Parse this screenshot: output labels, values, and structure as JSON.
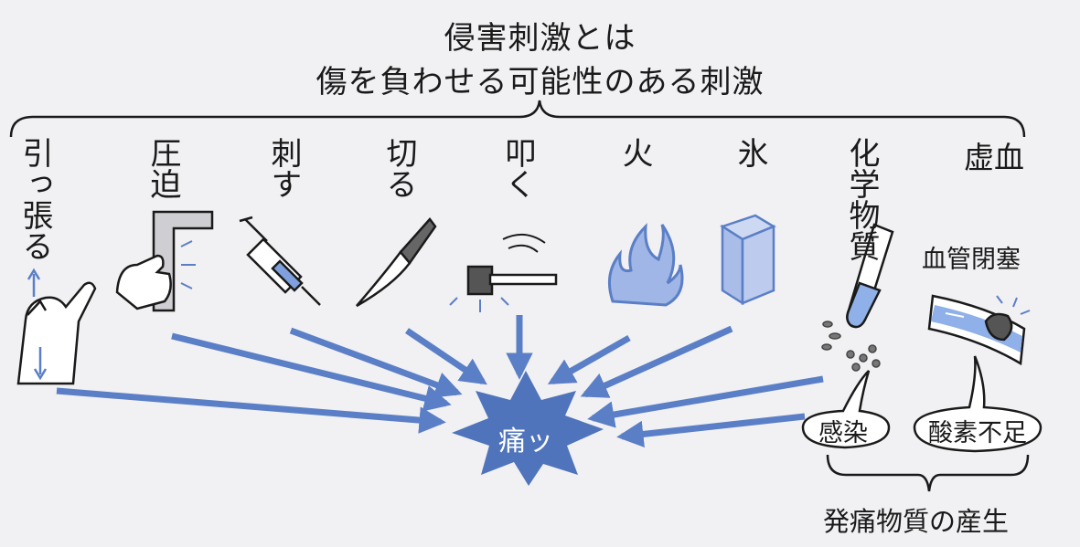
{
  "title": {
    "line1": "侵害刺激とは",
    "line2": "傷を負わせる可能性のある刺激"
  },
  "stimuli": [
    {
      "label": "引っ張る"
    },
    {
      "label": "圧迫"
    },
    {
      "label": "刺す"
    },
    {
      "label": "切る"
    },
    {
      "label": "叩く"
    },
    {
      "label": "火"
    },
    {
      "label": "氷"
    },
    {
      "label": "化学物質"
    },
    {
      "label": "虚血"
    }
  ],
  "sublabels": {
    "blood_vessel_occlusion": "血管閉塞"
  },
  "bubbles": {
    "infection": "感染",
    "oxygen_deficiency": "酸素不足"
  },
  "center": {
    "label": "痛ッ"
  },
  "footer": {
    "label": "発痛物質の産生"
  },
  "colors": {
    "arrow": "#5a7fc6",
    "burst": "#4f74bb",
    "ink": "#1a1a1a",
    "background": "#f1f0f3"
  },
  "icons": [
    "arm-pull-icon",
    "hand-press-wall-icon",
    "syringe-icon",
    "knife-icon",
    "hammer-icon",
    "flame-icon",
    "ice-block-icon",
    "test-tube-icon",
    "blood-vessel-icon"
  ]
}
